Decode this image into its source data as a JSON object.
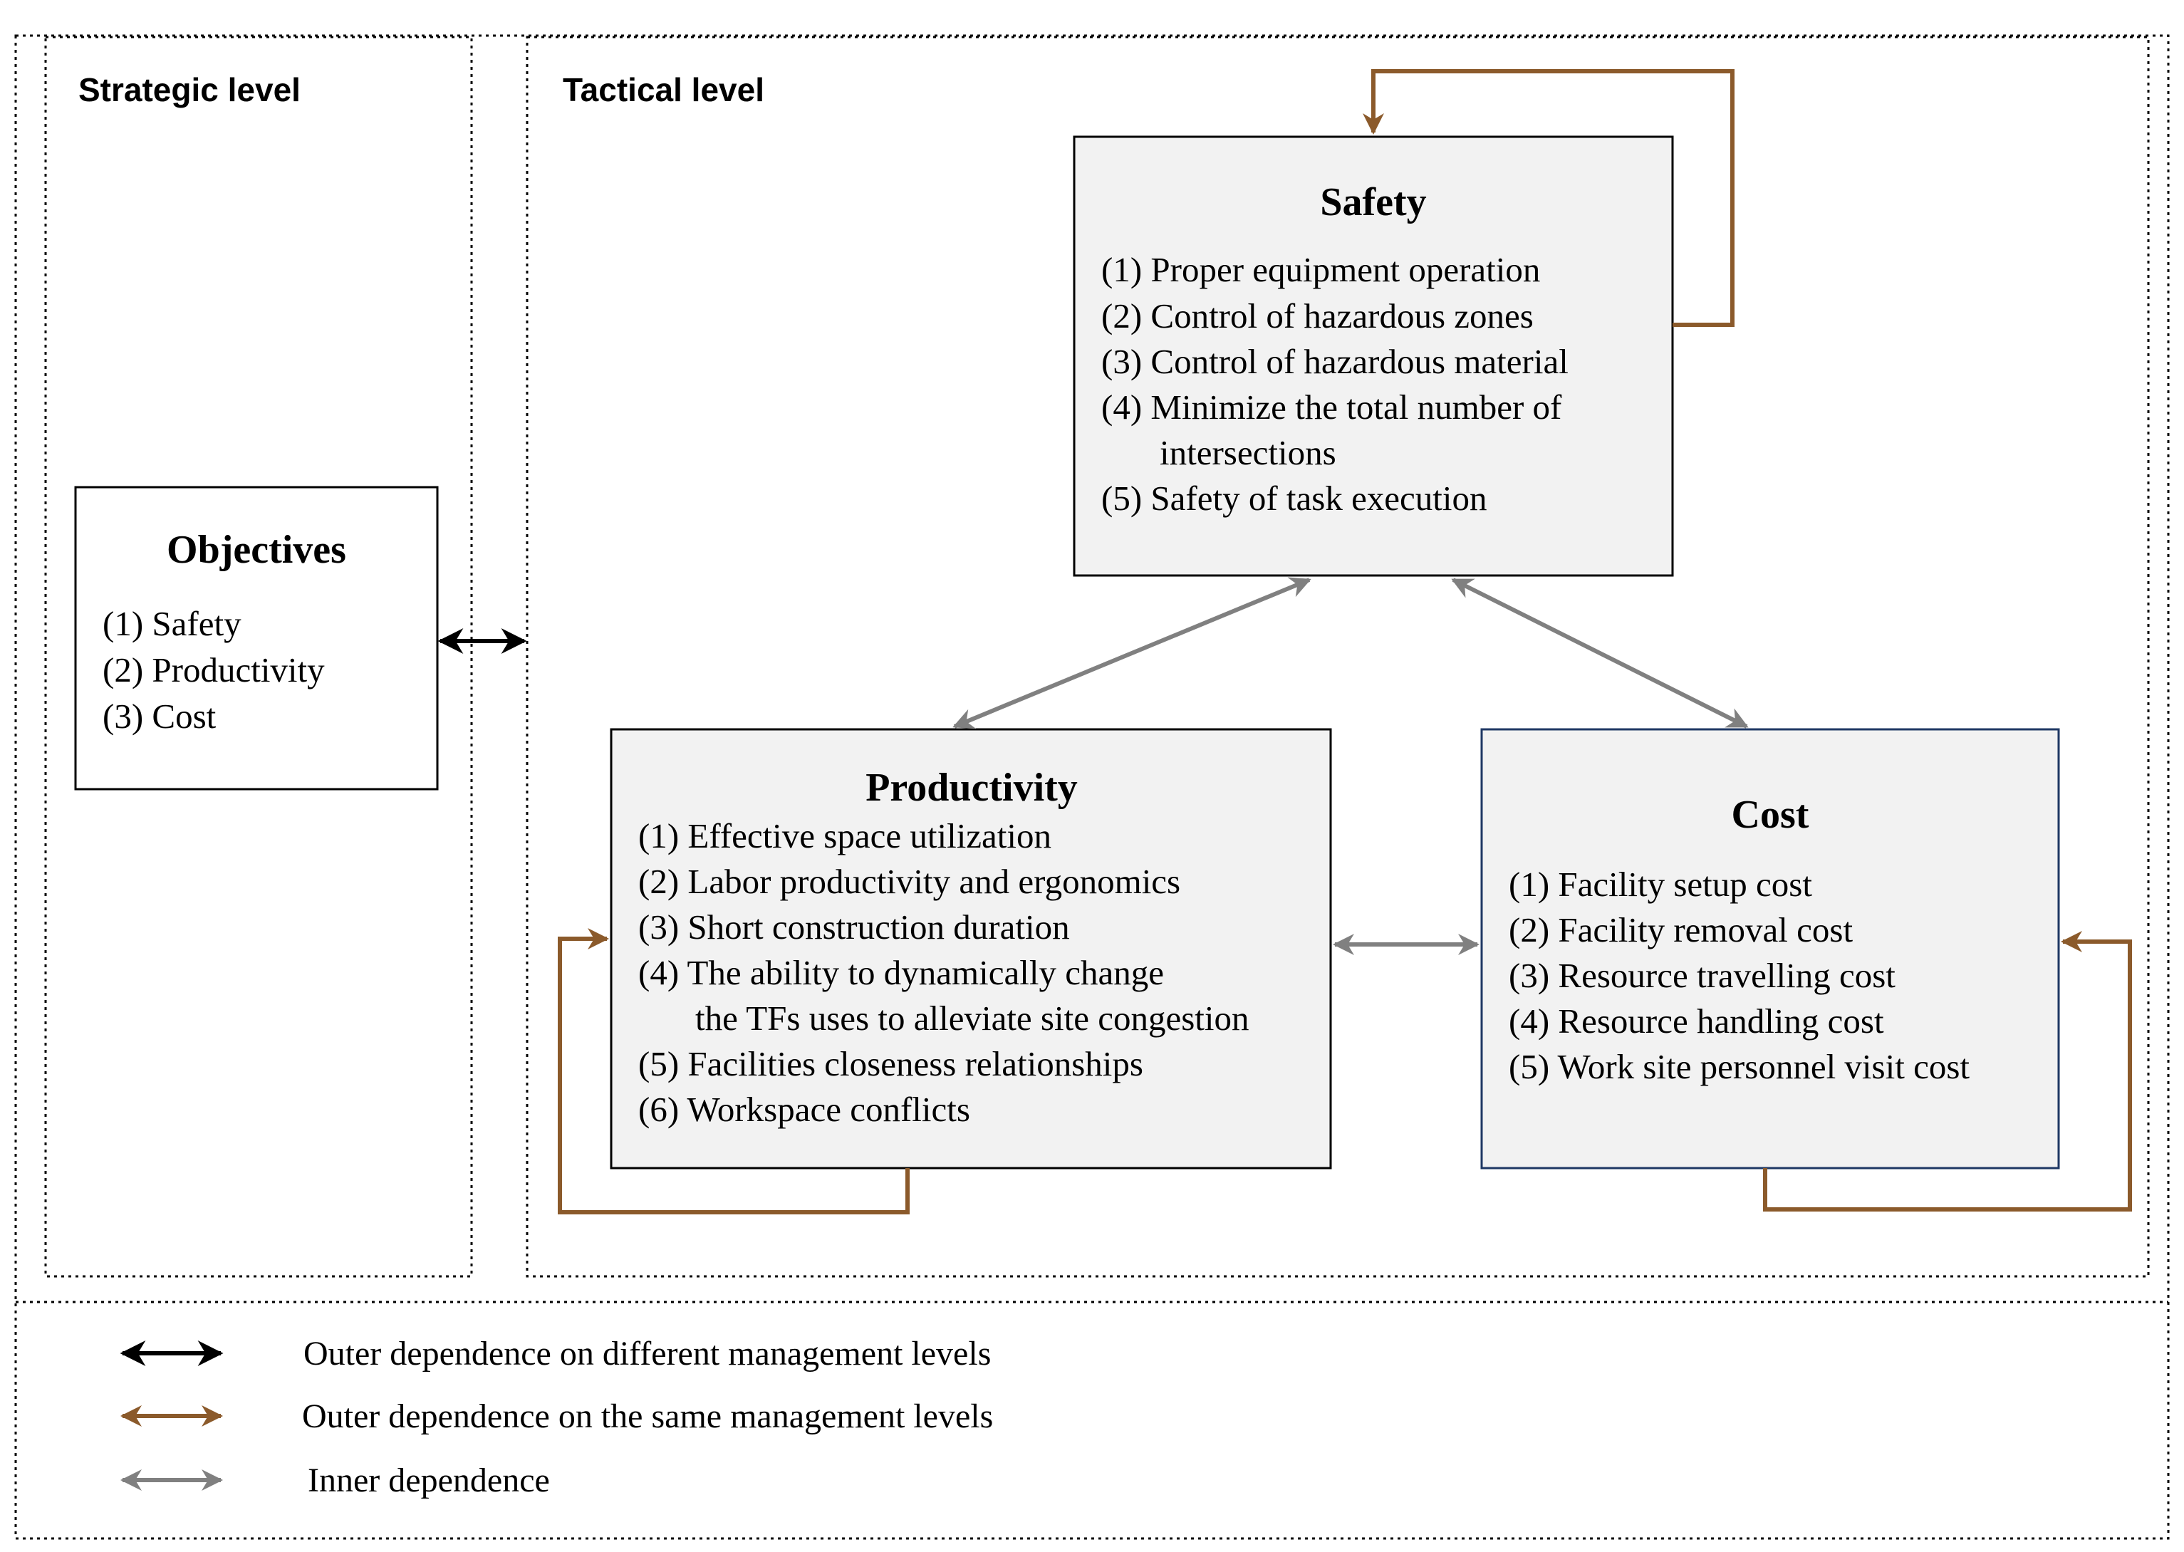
{
  "levels": {
    "strategic": "Strategic level",
    "tactical": "Tactical level"
  },
  "objectives": {
    "title": "Objectives",
    "items": [
      "(1) Safety",
      "(2) Productivity",
      "(3) Cost"
    ]
  },
  "safety": {
    "title": "Safety",
    "items": [
      "(1) Proper equipment operation",
      "(2) Control of hazardous zones",
      "(3) Control of hazardous material",
      "(4) Minimize the total number of",
      "intersections",
      "(5) Safety of task execution"
    ]
  },
  "productivity": {
    "title": "Productivity",
    "items": [
      "(1) Effective space utilization",
      "(2) Labor productivity and ergonomics",
      "(3) Short construction duration",
      "(4) The ability to dynamically change",
      "the TFs uses to alleviate site congestion",
      "(5) Facilities closeness relationships",
      "(6) Workspace conflicts"
    ]
  },
  "cost": {
    "title": "Cost",
    "items": [
      "(1) Facility setup cost",
      "(2) Facility removal cost",
      "(3) Resource travelling cost",
      "(4) Resource handling cost",
      "(5) Work site personnel visit cost"
    ]
  },
  "legend": [
    {
      "label": "Outer dependence on different management levels",
      "color": "#000000"
    },
    {
      "label": "Outer dependence on the same management levels",
      "color": "#8B5A2B"
    },
    {
      "label": "Inner dependence",
      "color": "#808080"
    }
  ],
  "colors": {
    "outer_different": "#000000",
    "outer_same": "#8B5A2B",
    "inner": "#808080",
    "box_fill": "#F2F2F2",
    "cost_border": "#1F3864"
  }
}
